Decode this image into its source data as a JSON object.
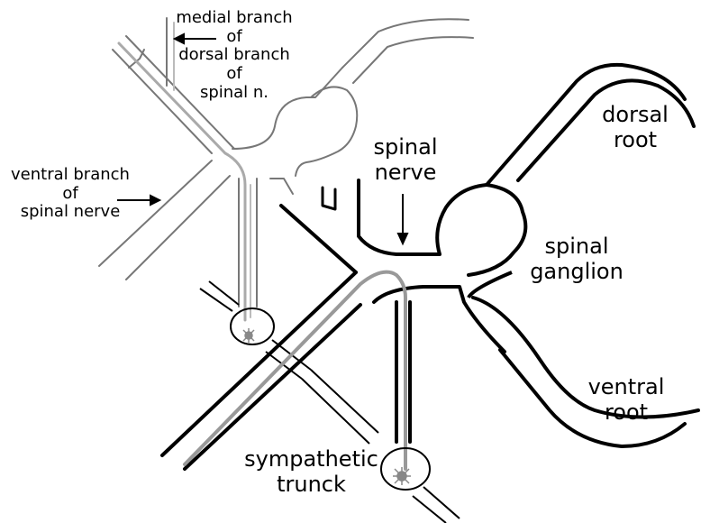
{
  "labels": {
    "medial_branch": [
      "medial branch",
      "of",
      "dorsal branch",
      "of",
      "spinal n."
    ],
    "ventral_branch": [
      "ventral branch",
      "of",
      "spinal nerve"
    ],
    "spinal_nerve": [
      "spinal",
      "nerve"
    ],
    "dorsal_root": [
      "dorsal",
      "root"
    ],
    "spinal_ganglion": [
      "spinal",
      "ganglion"
    ],
    "ventral_root": [
      "ventral",
      "root"
    ],
    "sympathetic_trunk": [
      "sympathetic",
      "trunck"
    ]
  },
  "colors": {
    "nerve_outline": "#000000",
    "background_nerve_outline": "#777777",
    "fiber_path": "#999999",
    "ganglion_neuron": "#888888"
  }
}
